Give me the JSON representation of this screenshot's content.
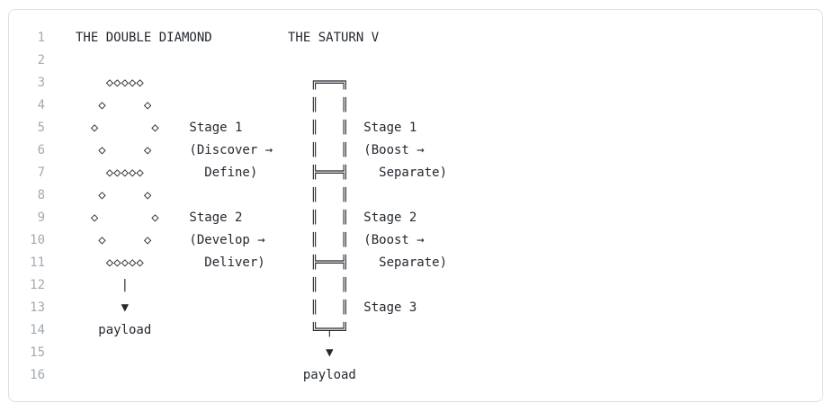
{
  "titles": {
    "left": "THE DOUBLE DIAMOND",
    "right": "THE SATURN V"
  },
  "left_diagram_labels": {
    "stage1": "Stage 1",
    "stage1_detail": "(Discover → Define)",
    "stage2": "Stage 2",
    "stage2_detail": "(Develop → Deliver)",
    "payload": "payload"
  },
  "right_diagram_labels": {
    "stage1": "Stage 1",
    "stage1_detail": "(Boost → Separate)",
    "stage2": "Stage 2",
    "stage2_detail": "(Boost → Separate)",
    "stage3": "Stage 3",
    "payload": "payload"
  },
  "colors": {
    "background": "#ffffff",
    "border": "#dbe0e6",
    "code_text": "#24292f",
    "line_number": "#a2a9b1"
  },
  "editor": {
    "lines": [
      {
        "number": "1",
        "text": "THE DOUBLE DIAMOND          THE SATURN V"
      },
      {
        "number": "2",
        "text": ""
      },
      {
        "number": "3",
        "text": "    ◇◇◇◇◇                      ╔═══╗"
      },
      {
        "number": "4",
        "text": "   ◇     ◇                     ║   ║"
      },
      {
        "number": "5",
        "text": "  ◇       ◇    Stage 1         ║   ║  Stage 1"
      },
      {
        "number": "6",
        "text": "   ◇     ◇     (Discover →     ║   ║  (Boost →"
      },
      {
        "number": "7",
        "text": "    ◇◇◇◇◇        Define)       ╠═══╣    Separate)"
      },
      {
        "number": "8",
        "text": "   ◇     ◇                     ║   ║"
      },
      {
        "number": "9",
        "text": "  ◇       ◇    Stage 2         ║   ║  Stage 2"
      },
      {
        "number": "10",
        "text": "   ◇     ◇     (Develop →      ║   ║  (Boost →"
      },
      {
        "number": "11",
        "text": "    ◇◇◇◇◇        Deliver)      ╠═══╣    Separate)"
      },
      {
        "number": "12",
        "text": "      |                        ║   ║"
      },
      {
        "number": "13",
        "text": "      ▼                        ║   ║  Stage 3"
      },
      {
        "number": "14",
        "text": "   payload                     ╚═╤═╝"
      },
      {
        "number": "15",
        "text": "                                 ▼"
      },
      {
        "number": "16",
        "text": "                              payload"
      }
    ]
  }
}
